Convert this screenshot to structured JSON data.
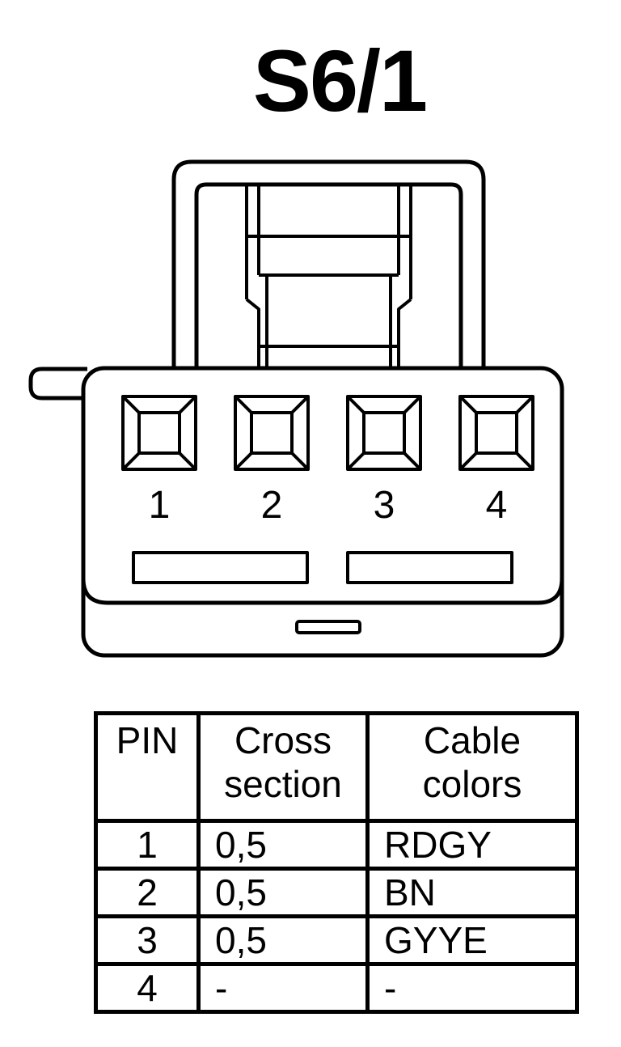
{
  "title": "S6/1",
  "pin_labels": [
    "1",
    "2",
    "3",
    "4"
  ],
  "table": {
    "headers": {
      "pin": "PIN",
      "cross_line1": "Cross",
      "cross_line2": "section",
      "color_line1": "Cable",
      "color_line2": "colors"
    },
    "rows": [
      {
        "pin": "1",
        "cross": "0,5",
        "color": "RDGY"
      },
      {
        "pin": "2",
        "cross": "0,5",
        "color": "BN"
      },
      {
        "pin": "3",
        "cross": "0,5",
        "color": "GYYE"
      },
      {
        "pin": "4",
        "cross": "-",
        "color": "-"
      }
    ]
  }
}
